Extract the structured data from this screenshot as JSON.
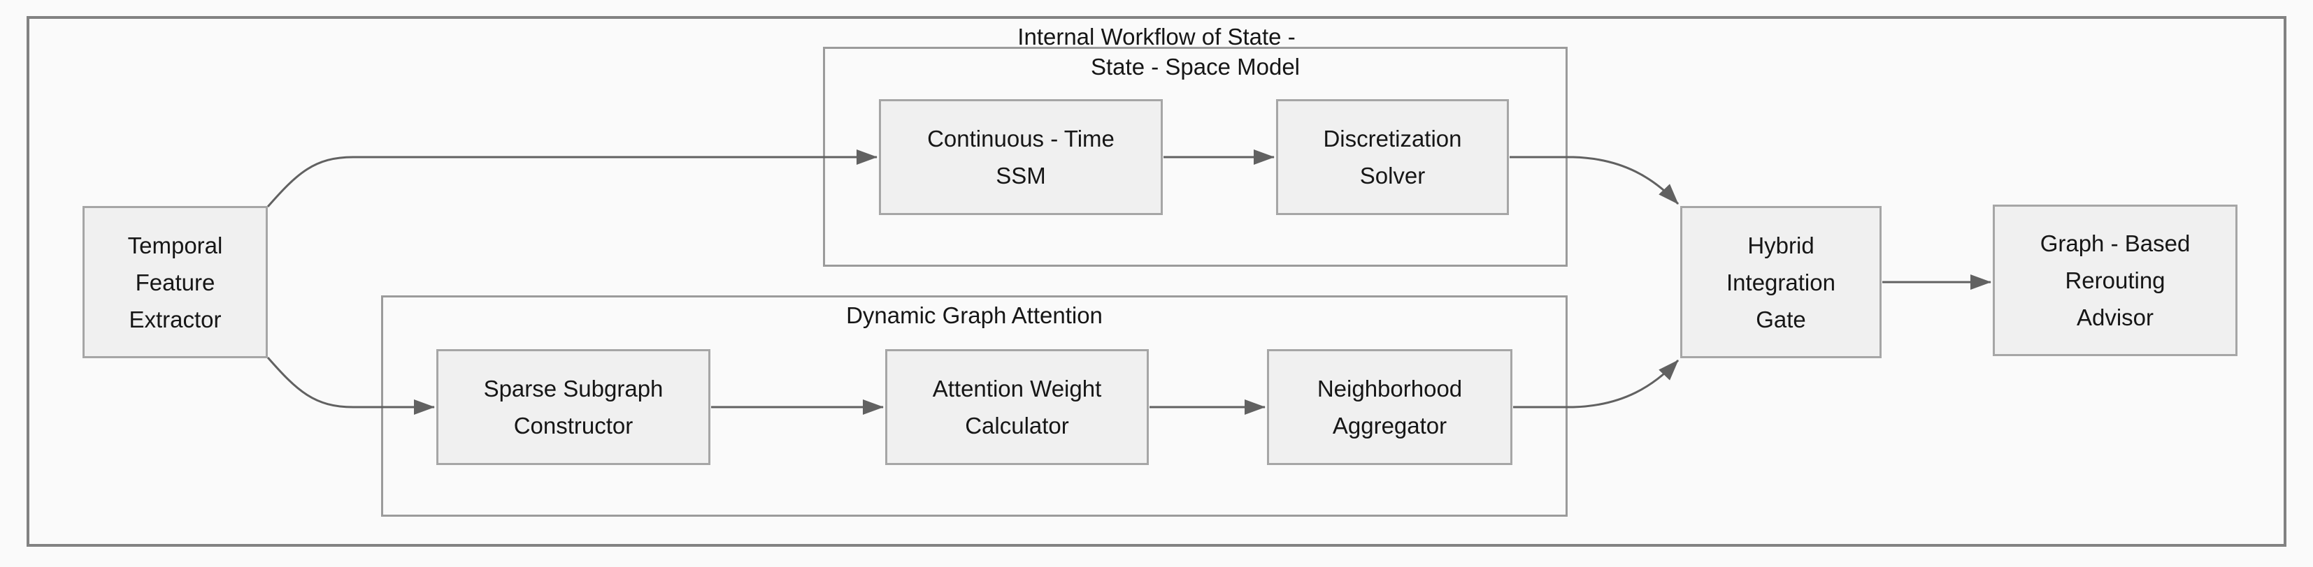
{
  "diagram": {
    "title": "Internal Workflow of State -",
    "groups": [
      {
        "id": "state-space-model",
        "label": "State - Space Model"
      },
      {
        "id": "dynamic-graph-attention",
        "label": "Dynamic Graph Attention"
      }
    ],
    "nodes": [
      {
        "id": "temporal-feature-extractor",
        "label": "Temporal\nFeature\nExtractor"
      },
      {
        "id": "continuous-time-ssm",
        "label": "Continuous - Time\nSSM",
        "group": "state-space-model"
      },
      {
        "id": "discretization-solver",
        "label": "Discretization\nSolver",
        "group": "state-space-model"
      },
      {
        "id": "sparse-subgraph-constructor",
        "label": "Sparse Subgraph\nConstructor",
        "group": "dynamic-graph-attention"
      },
      {
        "id": "attention-weight-calculator",
        "label": "Attention Weight\nCalculator",
        "group": "dynamic-graph-attention"
      },
      {
        "id": "neighborhood-aggregator",
        "label": "Neighborhood\nAggregator",
        "group": "dynamic-graph-attention"
      },
      {
        "id": "hybrid-integration-gate",
        "label": "Hybrid\nIntegration\nGate"
      },
      {
        "id": "graph-based-rerouting-advisor",
        "label": "Graph - Based\nRerouting\nAdvisor"
      }
    ],
    "edges": [
      {
        "from": "temporal-feature-extractor",
        "to": "continuous-time-ssm"
      },
      {
        "from": "temporal-feature-extractor",
        "to": "sparse-subgraph-constructor"
      },
      {
        "from": "continuous-time-ssm",
        "to": "discretization-solver"
      },
      {
        "from": "discretization-solver",
        "to": "hybrid-integration-gate"
      },
      {
        "from": "sparse-subgraph-constructor",
        "to": "attention-weight-calculator"
      },
      {
        "from": "attention-weight-calculator",
        "to": "neighborhood-aggregator"
      },
      {
        "from": "neighborhood-aggregator",
        "to": "hybrid-integration-gate"
      },
      {
        "from": "hybrid-integration-gate",
        "to": "graph-based-rerouting-advisor"
      }
    ],
    "colors": {
      "background": "#fafafa",
      "node_fill": "#f0f0f0",
      "node_border": "#a6a6a6",
      "group_border": "#9b9b9b",
      "outer_border": "#828282",
      "edge": "#616161",
      "text": "#161616"
    }
  }
}
